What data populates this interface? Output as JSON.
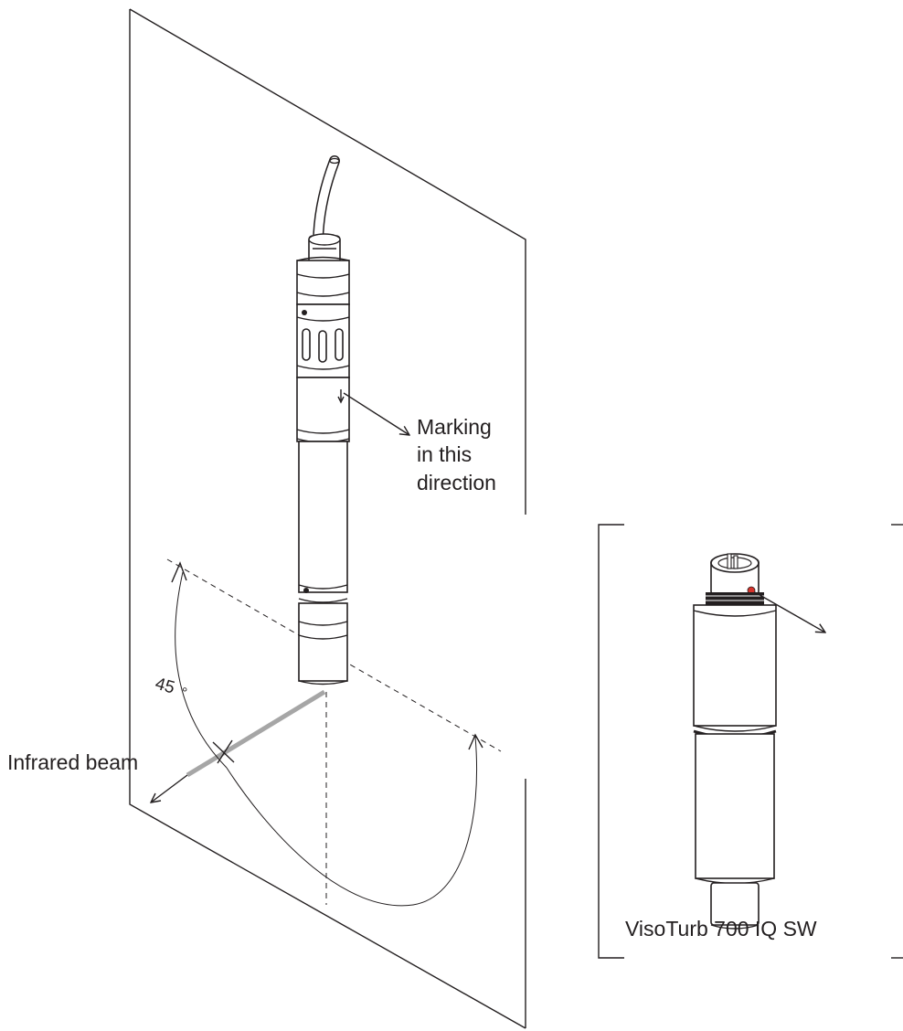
{
  "labels": {
    "marking": [
      "Marking",
      "in this",
      "direction"
    ],
    "angle": "45",
    "angle_unit": "°",
    "infrared_beam": "Infrared beam",
    "sensor_name": "VisoTurb 700 IQ SW"
  },
  "colors": {
    "line": "#231f20",
    "beam": "#a6a6a6",
    "marker_dot": "#d6322b"
  }
}
